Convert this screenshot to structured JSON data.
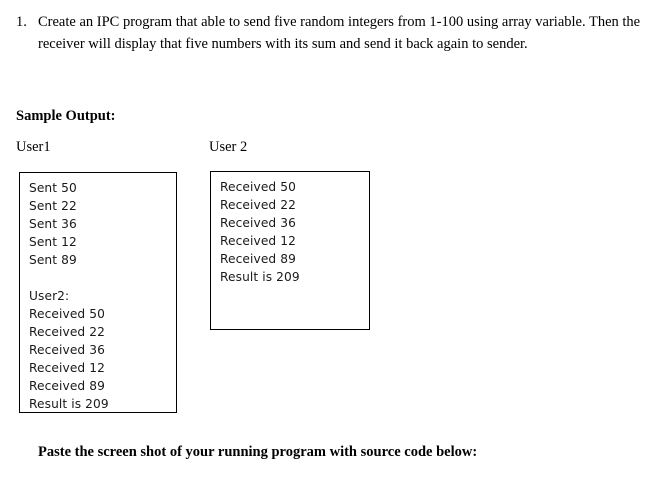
{
  "question": {
    "marker": "1.",
    "text": "Create an IPC program that able to send five random integers from 1-100 using array variable. Then the receiver will display that five numbers with its sum and send it back again to sender."
  },
  "sample_output": {
    "heading": "Sample Output:"
  },
  "columns": [
    {
      "label": "User1",
      "lines": [
        "Sent 50",
        "Sent 22",
        "Sent 36",
        "Sent 12",
        "Sent 89",
        "",
        "User2:",
        "Received 50",
        "Received 22",
        "Received 36",
        "Received 12",
        "Received 89",
        "Result is 209"
      ]
    },
    {
      "label": "User 2",
      "lines": [
        "Received 50",
        "Received 22",
        "Received 36",
        "Received 12",
        "Received 89",
        "Result is 209"
      ]
    }
  ],
  "footer": {
    "instruction": "Paste the screen shot of your running program with source code below:"
  },
  "colors": {
    "page_background": "#ffffff",
    "text": "#000000",
    "box_border": "#000000",
    "console_text": "#1a1a1a"
  }
}
